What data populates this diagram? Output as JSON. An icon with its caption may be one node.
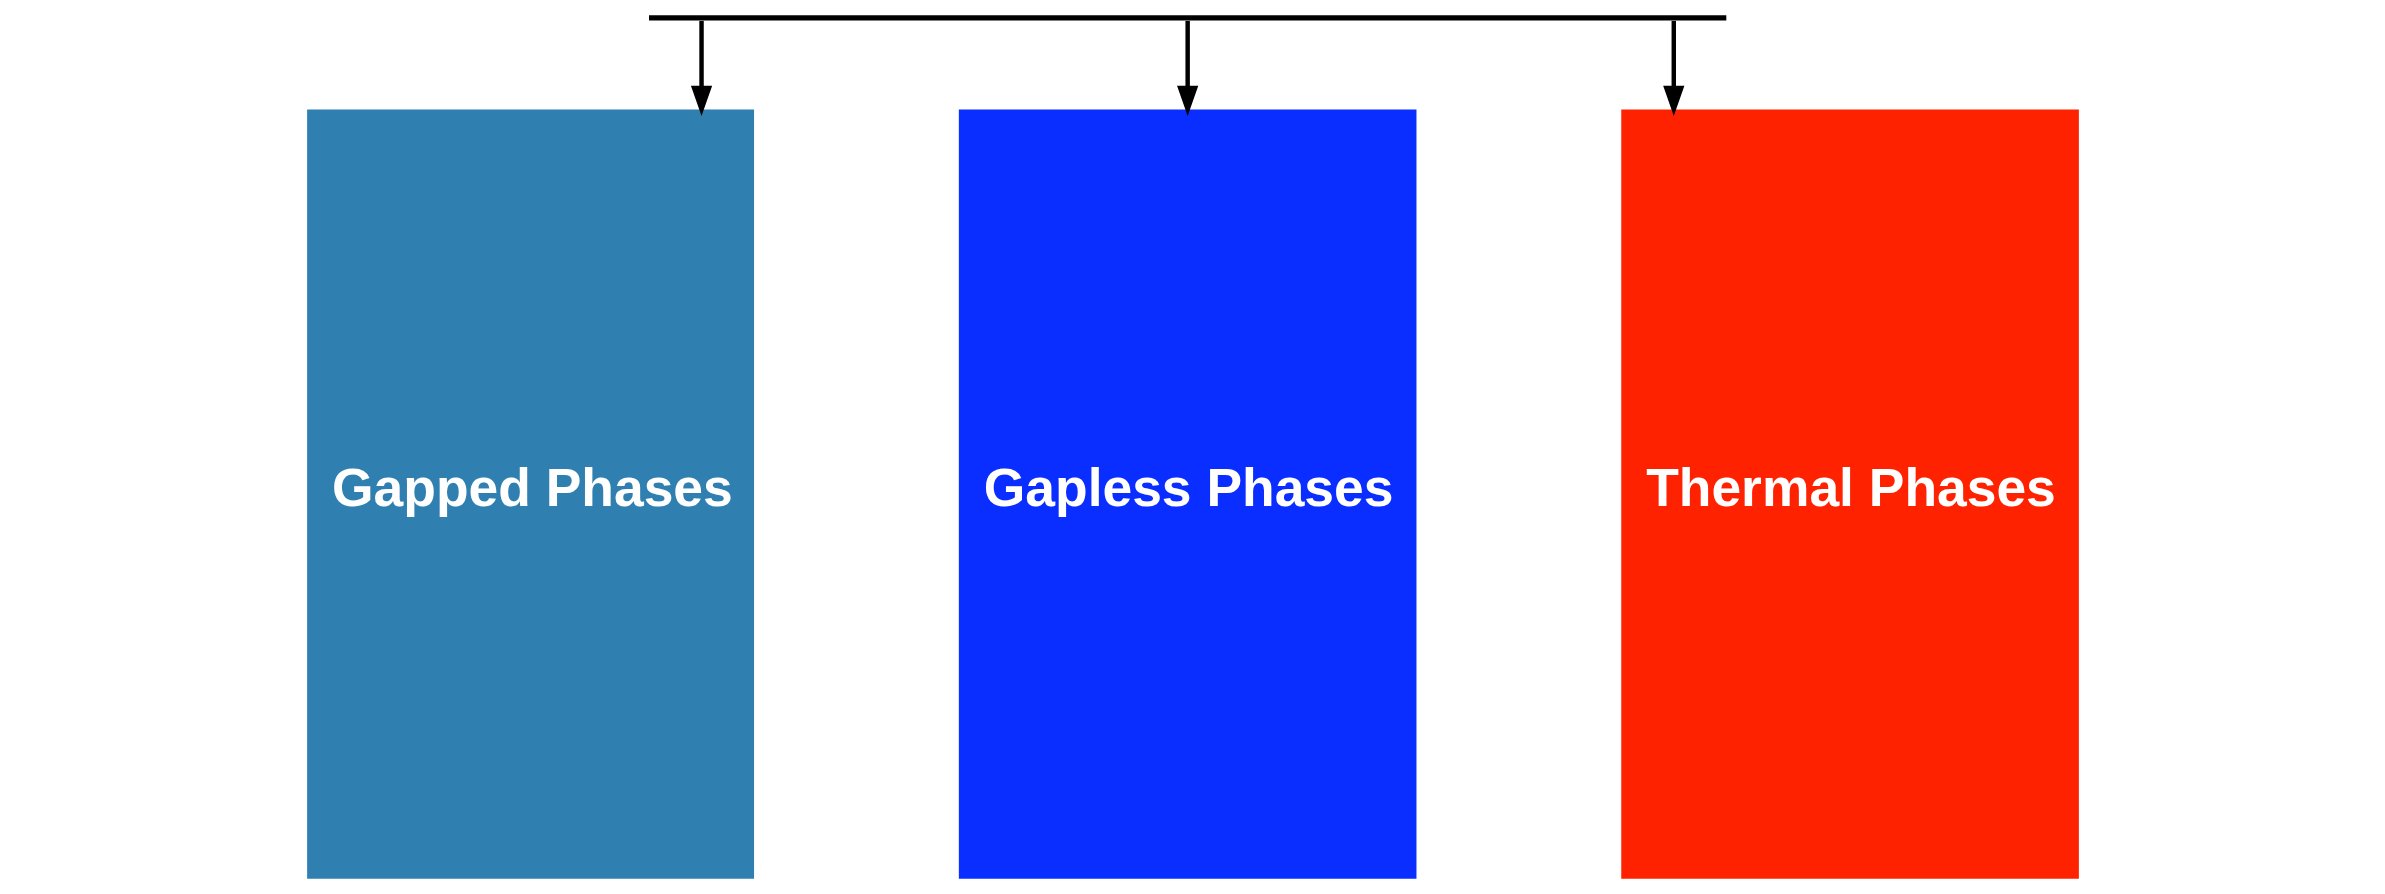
{
  "diagram": {
    "nodes": [
      {
        "text": [],
        "shape": "bar"
      },
      {
        "text": [
          "Gapped Phases"
        ]
      },
      {
        "text": [
          "Gapless Phases"
        ]
      },
      {
        "text": [
          "Thermal Phases"
        ]
      }
    ],
    "edges": [
      {
        "from": 0,
        "to": 1,
        "arrow": "to"
      },
      {
        "from": 0,
        "to": 2,
        "arrow": "to"
      },
      {
        "from": 0,
        "to": 3,
        "arrow": "to"
      }
    ]
  }
}
